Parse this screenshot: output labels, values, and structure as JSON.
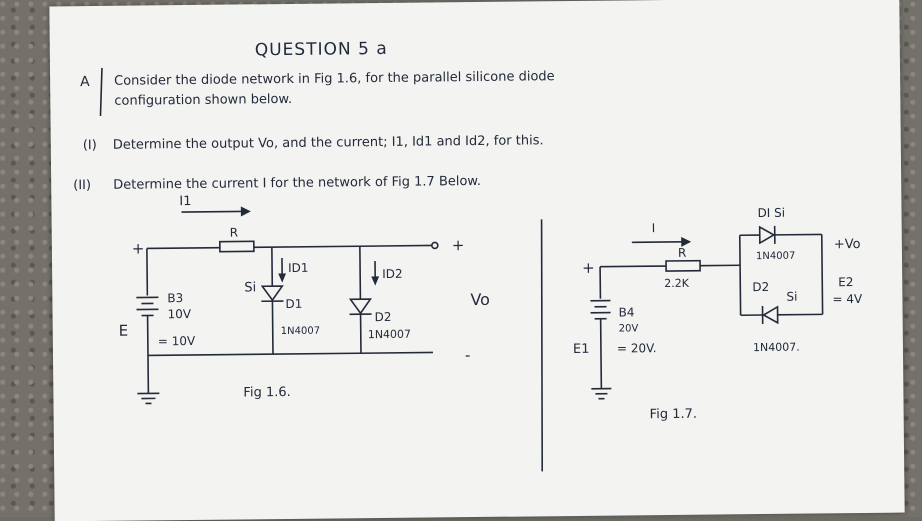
{
  "question_heading": "QUESTION 5 a",
  "part_letter": "A",
  "intro_line1": "Consider the diode network in Fig 1.6, for the parallel silicone diode",
  "intro_line2": "configuration shown below.",
  "q1_label": "(I)",
  "q1_text": "Determine the output Vo, and the current; I1, Id1 and Id2, for this.",
  "q2_label": "(II)",
  "q2_text": "Determine the current I for the network of Fig 1.7 Below.",
  "fig16": {
    "current_I1": "I1",
    "resistor": "R",
    "plus_left": "+",
    "plus_right": "+",
    "minus_right": "-",
    "battery_name": "B3",
    "battery_volts": "10V",
    "source_letter": "E",
    "source_value": "= 10V",
    "si_label": "Si",
    "id1_label": "ID1",
    "id2_label": "ID2",
    "d1_name": "D1",
    "d1_part": "1N4007",
    "d2_name": "D2",
    "d2_part": "1N4007",
    "vo_label": "Vo",
    "caption": "Fig 1.6."
  },
  "fig17": {
    "current_I": "I",
    "resistor": "R",
    "resistor_value": "2.2K",
    "plus_left": "+",
    "battery_name": "B4",
    "battery_volts": "20V",
    "source_letter": "E1",
    "source_value": "= 20V.",
    "d1_label": "DI Si",
    "d1_part": "1N4007",
    "d2_label": "D2",
    "si_label": "Si",
    "d2_part": "1N4007.",
    "vo_label": "+Vo",
    "e2_label": "E2",
    "e2_value": "= 4V",
    "caption": "Fig 1.7."
  }
}
